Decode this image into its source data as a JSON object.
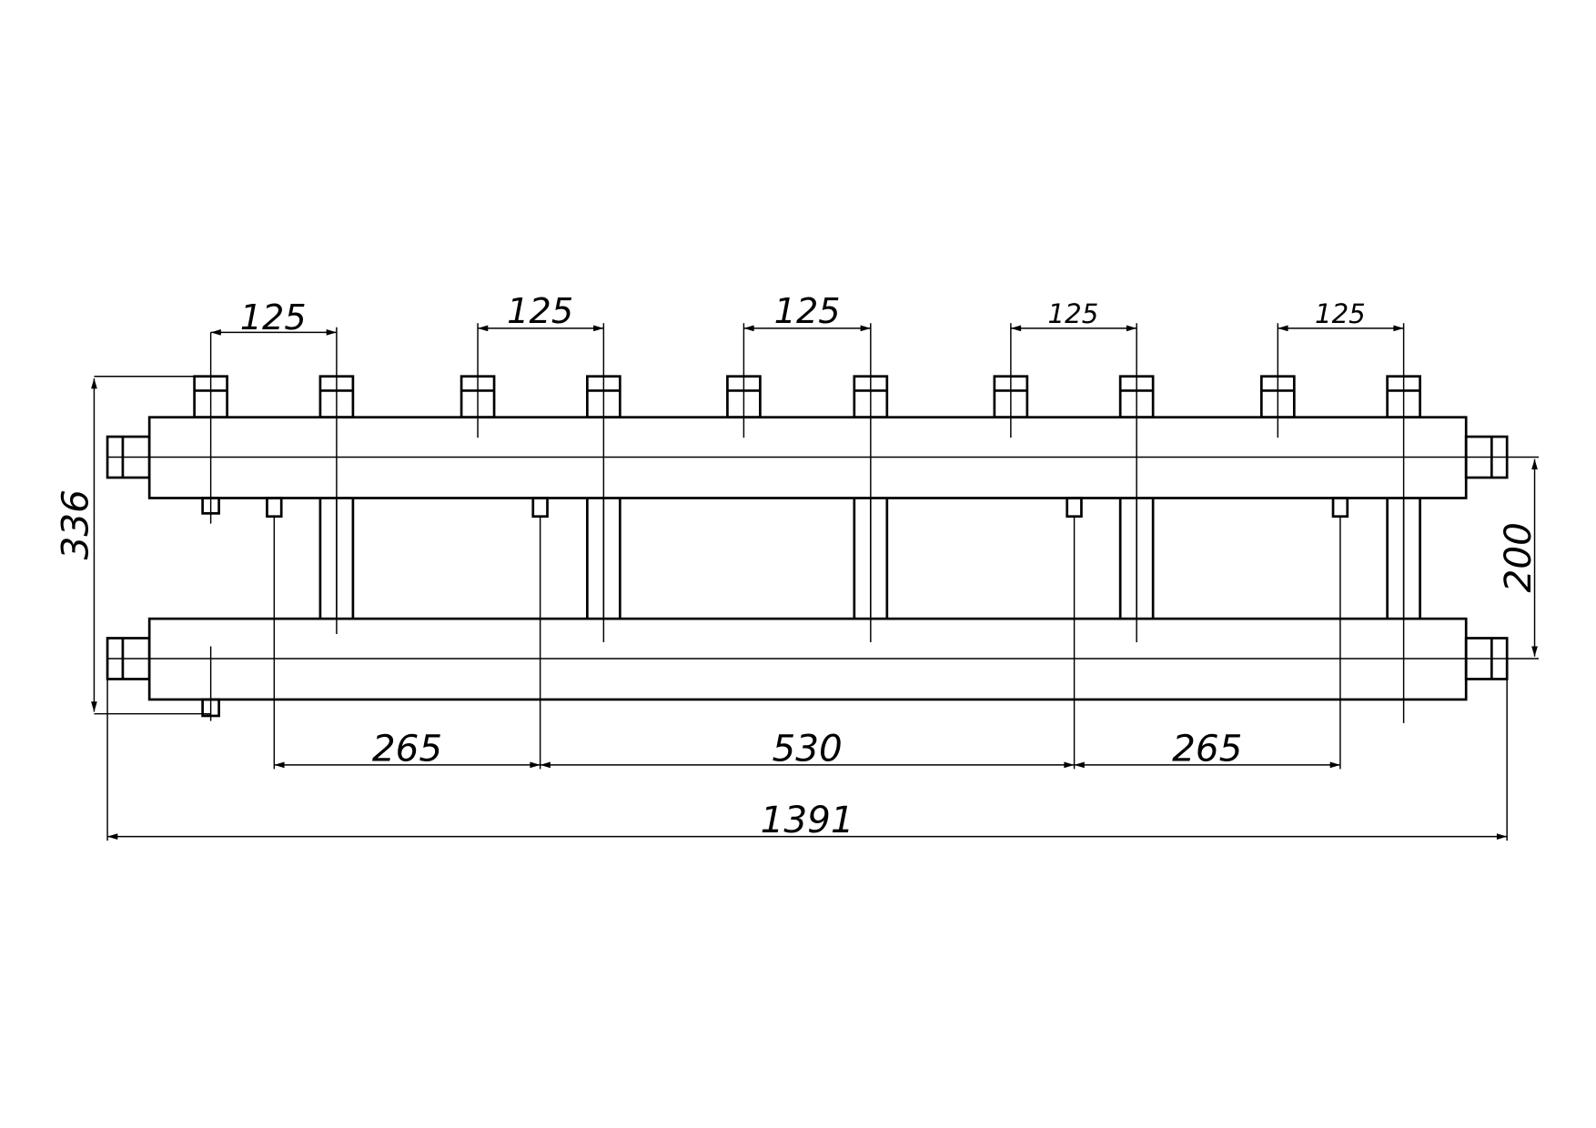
{
  "drawing": {
    "title": "Hydraulic manifold with two headers - dimension drawing",
    "dimensions": {
      "spacing_1": "125",
      "spacing_2": "125",
      "spacing_3": "125",
      "spacing_4": "125",
      "spacing_5": "125",
      "overall_height": "336",
      "header_distance": "200",
      "bottom_left": "265",
      "bottom_middle": "530",
      "bottom_right": "265",
      "overall_length": "1391"
    },
    "line_color": "#000000",
    "background": "#ffffff"
  }
}
